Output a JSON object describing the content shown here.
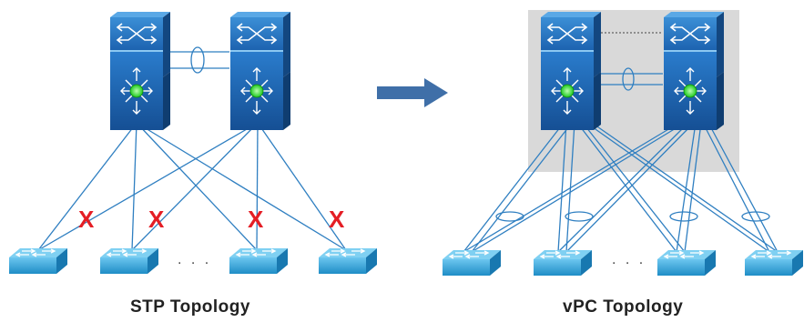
{
  "diagram": {
    "left_caption": "STP Topology",
    "right_caption": "vPC Topology",
    "ellipsis": ". . .",
    "blocked_marker": "X"
  },
  "colors": {
    "link": "#2f7fc1",
    "switch_blue": "#1a5ea8",
    "switch_light": "#2f8fd0",
    "access_switch": "#2fa3d8",
    "vpc_domain_bg": "#d9d9d9",
    "blocked": "#e41e25",
    "arrow": "#3f6fa8",
    "active_dot": "#33dd33"
  },
  "icons": {
    "core_switch": "nexus-core-switch-icon",
    "access_switch": "access-switch-icon",
    "port_channel": "port-channel-ellipse",
    "transition_arrow": "right-arrow-icon",
    "blocked_link": "x-mark-icon"
  }
}
